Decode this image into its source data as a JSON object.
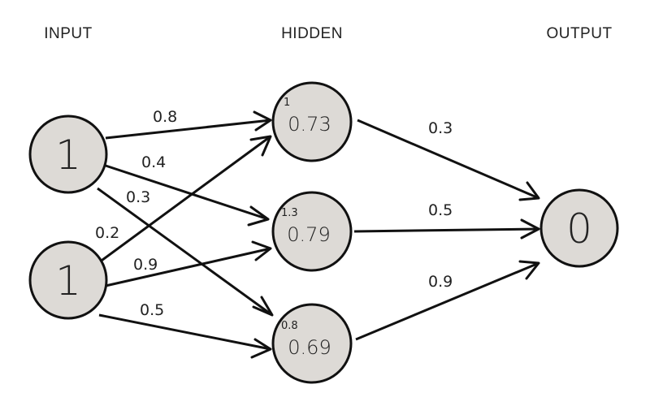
{
  "layers": {
    "input": "INPUT",
    "hidden": "HIDDEN",
    "output": "OUTPUT"
  },
  "nodes": {
    "input_1": {
      "value": "1"
    },
    "input_2": {
      "value": "1"
    },
    "hidden_1": {
      "sum": "1",
      "value": "0.73"
    },
    "hidden_2": {
      "sum": "1.3",
      "value": "0.79"
    },
    "hidden_3": {
      "sum": "0.8",
      "value": "0.69"
    },
    "output_1": {
      "value": "0"
    }
  },
  "weights": {
    "input_1_hidden_1": "0.8",
    "input_1_hidden_2": "0.4",
    "input_1_hidden_3": "0.3",
    "input_2_hidden_1": "0.2",
    "input_2_hidden_2": "0.9",
    "input_2_hidden_3": "0.5",
    "hidden_1_output_1": "0.3",
    "hidden_2_output_1": "0.5",
    "hidden_3_output_1": "0.9"
  },
  "colors": {
    "node_fill": "#dddad6",
    "stroke": "#111111",
    "text": "#222222"
  }
}
